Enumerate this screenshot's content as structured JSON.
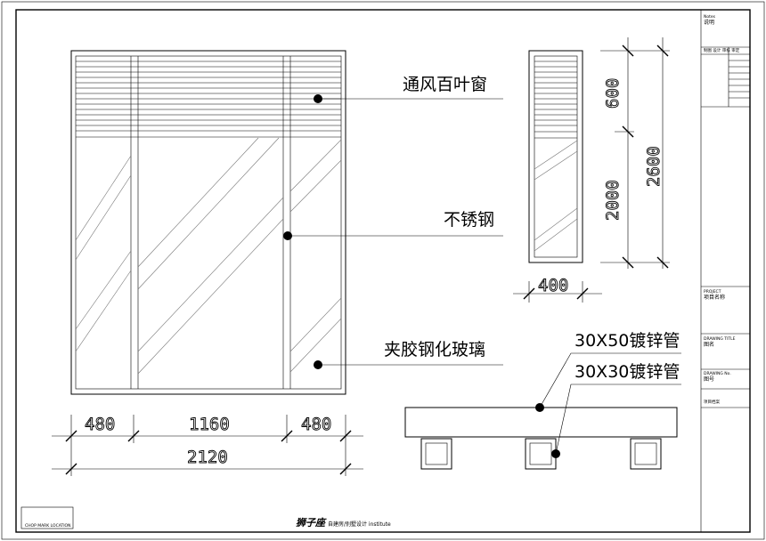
{
  "callouts": {
    "louver": "通风百叶窗",
    "steel": "不锈钢",
    "glass": "夹胶钢化玻璃",
    "pipe_large": "30X50镀锌管",
    "pipe_small": "30X30镀锌管"
  },
  "dimensions": {
    "left_panel": "480",
    "center_panel": "1160",
    "right_panel": "480",
    "total_width": "2120",
    "top_height": "600",
    "lower_height": "2000",
    "total_height": "2600",
    "side_width": "400"
  },
  "title_block": {
    "notes_en": "Notes",
    "notes_cn": "说明",
    "signatures": "制图  设计  审核  审定",
    "project_en": "PROJECT",
    "project_cn": "项目名称",
    "drawing_title_en": "DRAWING TITLE",
    "drawing_title_cn": "图名",
    "drawing_no_en": "DRAWING No.",
    "drawing_no_cn": "图号",
    "revision": "项目档案"
  },
  "footer": {
    "brand": "狮子座",
    "tagline": "自建房/别墅设计 institute",
    "chop": "CHOP MARK LOCATION"
  }
}
